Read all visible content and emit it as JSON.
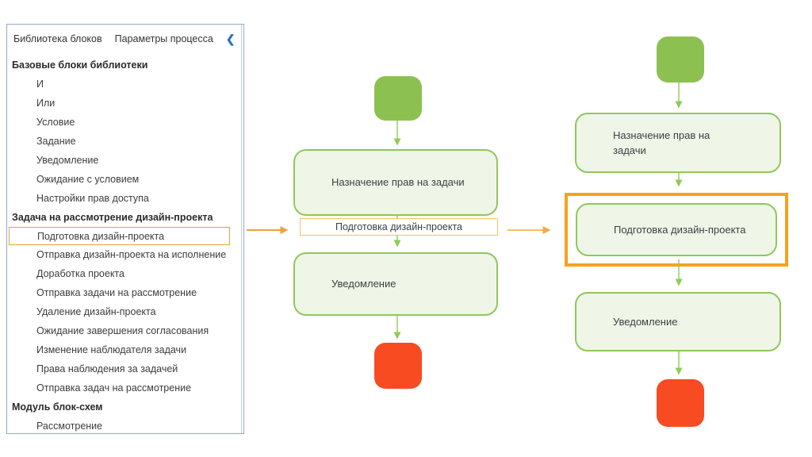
{
  "sidebar": {
    "tabs": [
      {
        "label": "Библиотека блоков"
      },
      {
        "label": "Параметры процесса"
      }
    ],
    "collapse_icon": "❮",
    "sections": [
      {
        "title": "Базовые блоки библиотеки",
        "items": [
          "И",
          "Или",
          "Условие",
          "Задание",
          "Уведомление",
          "Ожидание с условием",
          "Настройки прав доступа"
        ]
      },
      {
        "title": "Задача на рассмотрение дизайн-проекта",
        "selected_item": "Подготовка дизайн-проекта",
        "items": [
          "Подготовка дизайн-проекта",
          "Отправка дизайн-проекта на исполнение",
          "Доработка проекта",
          "Отправка задачи на рассмотрение",
          "Удаление дизайн-проекта",
          "Ожидание завершения согласования",
          "Изменение наблюдателя задачи",
          "Права наблюдения за задачей",
          "Отправка задач на рассмотрение"
        ]
      },
      {
        "title": "Модуль блок-схем",
        "items": [
          "Рассмотрение"
        ]
      }
    ]
  },
  "flows": {
    "middle": {
      "assign": "Назначение прав на задачи",
      "drop": "Подготовка дизайн-проекта",
      "notify": "Уведомление"
    },
    "right": {
      "assign": "Назначение прав на задачи",
      "selected": "Подготовка дизайн-проекта",
      "notify": "Уведомление"
    }
  },
  "colors": {
    "start_node_green": "#8cc152",
    "end_node_red": "#f84b22",
    "block_fill": "#eff6e8",
    "block_border": "#8fc75a",
    "connector_green": "#8fcb56",
    "selection_orange": "#f6a21d",
    "drag_outline_orange": "#fbbe5d",
    "transfer_arrow_orange": "#f0a238",
    "transfer_arrow_orange_light": "#f9bd62",
    "sidebar_border": "#93a9cc",
    "item_highlight_border": "#e8a33b",
    "collapse_icon_blue": "#2e74b5"
  }
}
